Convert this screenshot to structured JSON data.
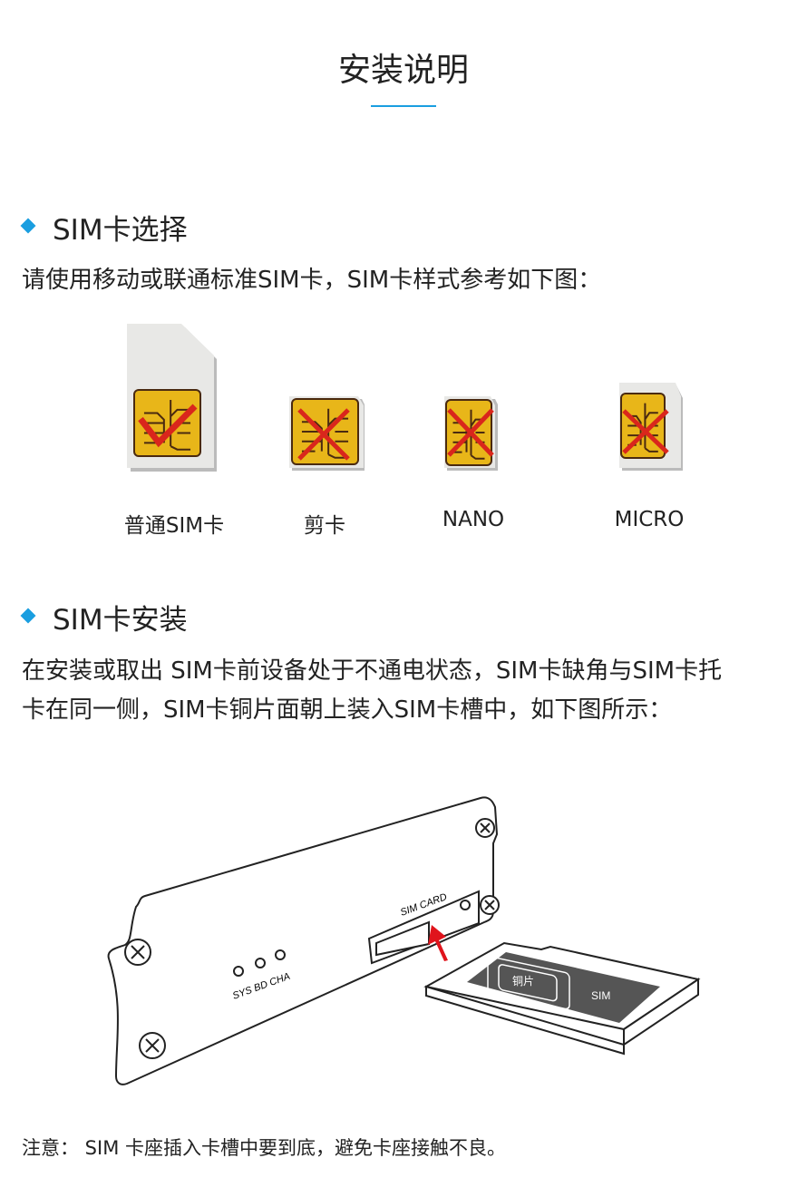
{
  "title": "安装说明",
  "colors": {
    "accent": "#1a9ee0",
    "chip": "#e8b619",
    "mark": "#d9261c"
  },
  "section1": {
    "heading": "SIM卡选择",
    "text": "请使用移动或联通标准SIM卡，SIM卡样式参考如下图：",
    "cards": [
      {
        "label": "普通SIM卡",
        "valid": true
      },
      {
        "label": "剪卡",
        "valid": false
      },
      {
        "label": "NANO",
        "valid": false
      },
      {
        "label": "MICRO",
        "valid": false
      }
    ]
  },
  "section2": {
    "heading": "SIM卡安装",
    "line1": "在安装或取出 SIM卡前设备处于不通电状态，SIM卡缺角与SIM卡托",
    "line2": "卡在同一侧，SIM卡铜片面朝上装入SIM卡槽中，如下图所示：",
    "figure": {
      "leds": "SYS BD CHA",
      "slot_label": "SIM CARD",
      "copper_label": "铜片",
      "sim_label": "SIM"
    }
  },
  "note": "注意： SIM 卡座插入卡槽中要到底，避免卡座接触不良。"
}
